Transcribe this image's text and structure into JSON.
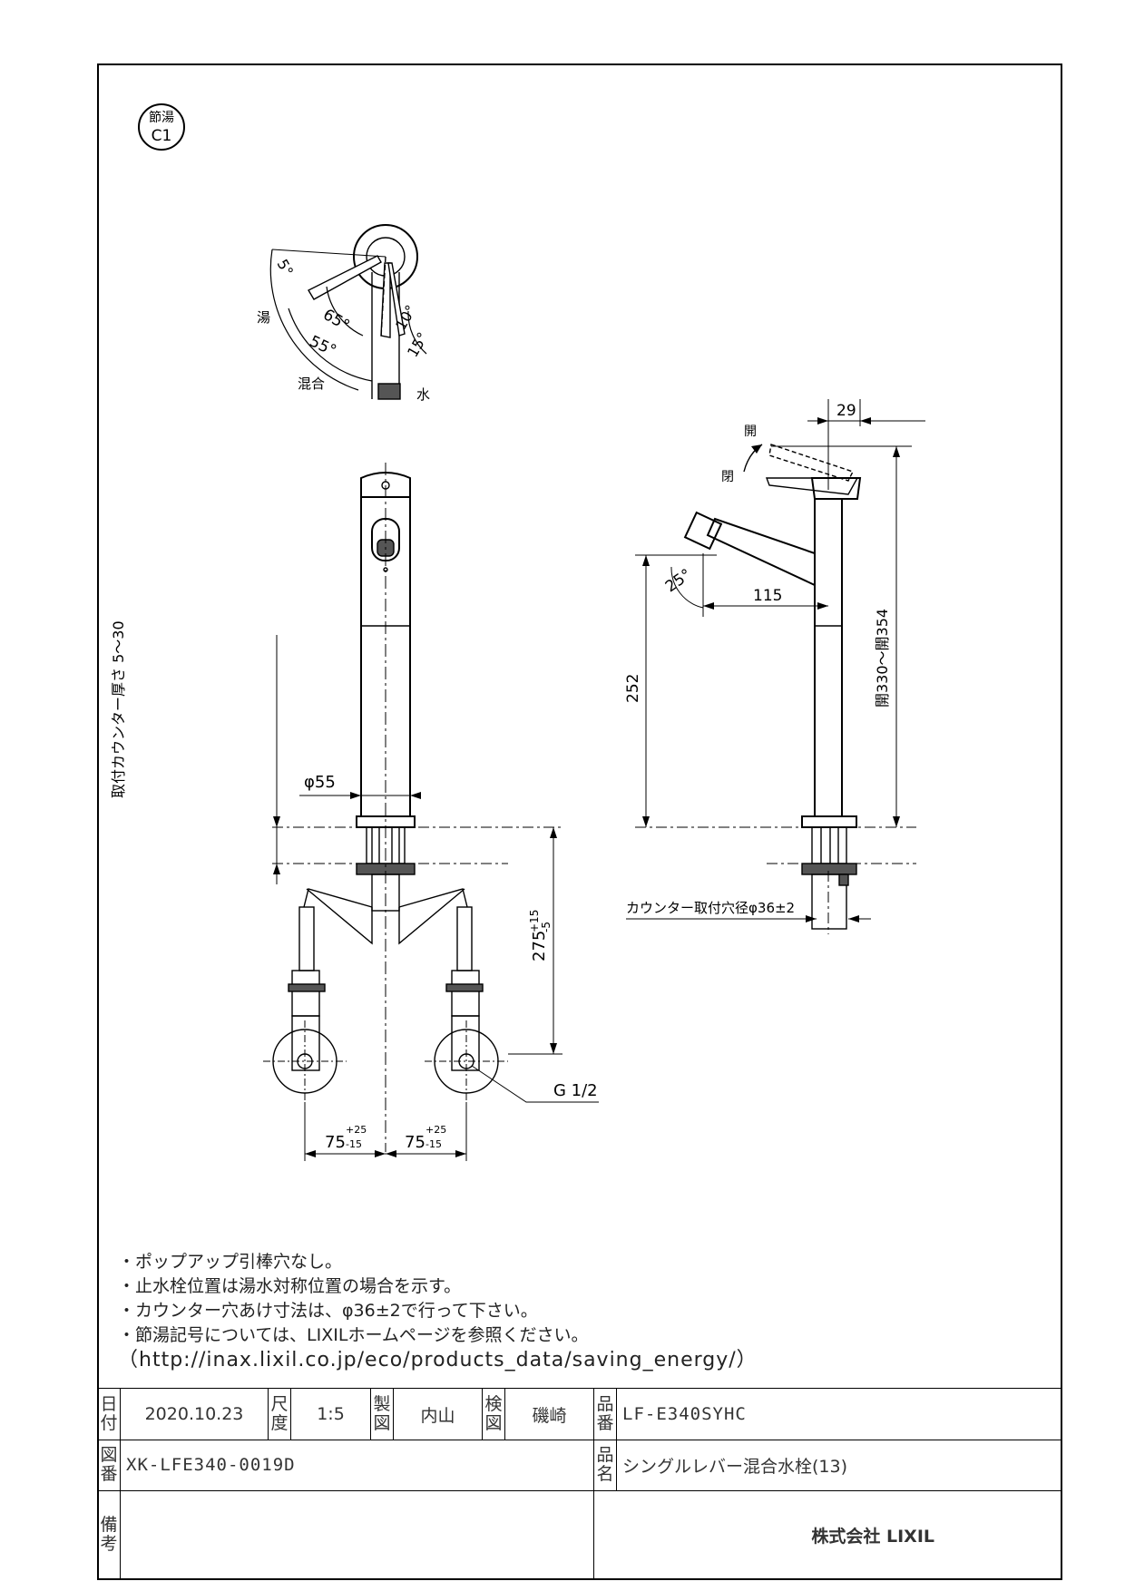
{
  "badge": {
    "line1": "節湯",
    "line2": "C1"
  },
  "lever_view": {
    "angle_top": "5°",
    "angle_65": "65°",
    "angle_55": "55°",
    "angle_10": "10°",
    "angle_15": "15°",
    "label_hot": "湯",
    "label_mix": "混合",
    "label_cold": "水"
  },
  "front_view": {
    "counter_thickness": "取付カウンター厚さ 5～30",
    "diameter": "φ55",
    "depth": "275",
    "depth_tol_upper": "+15",
    "depth_tol_lower": "-5",
    "pitch_left": "75",
    "pitch_right": "75",
    "pitch_tol_upper": "+25",
    "pitch_tol_lower": "-15",
    "thread": "G 1/2"
  },
  "side_view": {
    "lever_width": "29",
    "open_label_1": "開",
    "open_label_2": "閉",
    "spout_angle": "25°",
    "reach": "115",
    "spout_height": "252",
    "total_height": "開330～開354",
    "counter_hole": "カウンター取付穴径φ36±2"
  },
  "notes": [
    "・ポップアップ引棒穴なし。",
    "・止水栓位置は湯水対称位置の場合を示す。",
    "・カウンター穴あけ寸法は、φ36±2で行って下さい。",
    "・節湯記号については、LIXILホームページを参照ください。",
    "（http://inax.lixil.co.jp/eco/products_data/saving_energy/）"
  ],
  "title_block": {
    "date_label": "日付",
    "date": "2020.10.23",
    "scale_label": "尺度",
    "scale": "1:5",
    "drawn_label": "製図",
    "drawn_by": "内山",
    "checked_label": "検図",
    "checked_by": "磯崎",
    "product_no_label": "品番",
    "product_no": "LF-E340SYHC",
    "drawing_no_label": "図番",
    "drawing_no": "XK-LFE340-0019D",
    "product_name_label": "品名",
    "product_name": "シングルレバー混合水栓(13)",
    "remarks_label": "備考",
    "company": "株式会社 LIXIL"
  }
}
